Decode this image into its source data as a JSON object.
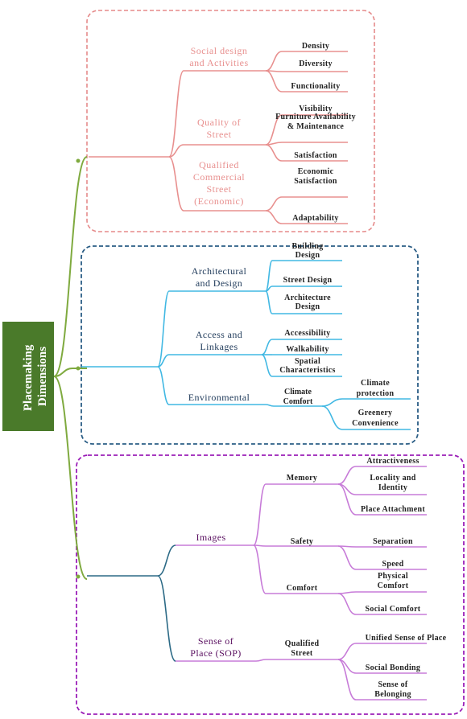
{
  "root": {
    "lines": [
      "Placemaking",
      "Dimensions"
    ]
  },
  "colors": {
    "root_bg": "#4a7a2a",
    "trunk": "#7faa3f",
    "sociability": "#e8908f",
    "sociability_box": "#e58a8a",
    "sociability_title": "#8b4a12",
    "physical": "#41b8e3",
    "physical_box": "#2a5d85",
    "physical_title": "#1f3a5a",
    "imageability": "#c77bd8",
    "imageability_box": "#9b1fb8",
    "imageability_title": "#5a1060",
    "imageability_stem": "#2c6a86",
    "leaf_text": "#222222"
  },
  "dimensions": [
    {
      "title_lines": [
        "Sociability",
        "Dimension"
      ],
      "categories": [
        {
          "lines": [
            "Social design",
            "and Activities"
          ],
          "leaves": [
            {
              "lines": [
                "Density"
              ]
            },
            {
              "lines": [
                "Diversity"
              ]
            },
            {
              "lines": [
                "Functionality"
              ]
            }
          ]
        },
        {
          "lines": [
            "Quality of",
            "Street"
          ],
          "leaves": [
            {
              "lines": [
                "Visibility"
              ]
            },
            {
              "lines": [
                "Furniture Availability",
                "& Maintenance"
              ]
            },
            {
              "lines": [
                "Satisfaction"
              ]
            }
          ]
        },
        {
          "lines": [
            "Qualified",
            "Commercial",
            "Street",
            "(Economic)"
          ],
          "leaves": [
            {
              "lines": [
                "Economic",
                "Satisfaction"
              ]
            },
            {
              "lines": [
                "Adaptability"
              ]
            }
          ]
        }
      ]
    },
    {
      "title_lines": [
        "Physical",
        "Setting",
        "Dimension"
      ],
      "categories": [
        {
          "lines": [
            "Architectural",
            "and Design"
          ],
          "leaves": [
            {
              "lines": [
                "Building",
                "Design"
              ]
            },
            {
              "lines": [
                "Street Design"
              ]
            },
            {
              "lines": [
                "Architecture",
                "Design"
              ]
            }
          ]
        },
        {
          "lines": [
            "Access and",
            "Linkages"
          ],
          "leaves": [
            {
              "lines": [
                "Accessibility"
              ]
            },
            {
              "lines": [
                "Walkability"
              ]
            },
            {
              "lines": [
                "Spatial",
                "Characteristics"
              ]
            }
          ]
        },
        {
          "lines": [
            "Environmental"
          ],
          "sub": [
            {
              "lines": [
                "Climate",
                "Comfort"
              ],
              "leaves": [
                {
                  "lines": [
                    "Climate",
                    "protection"
                  ]
                },
                {
                  "lines": [
                    "Greenery",
                    "Convenience"
                  ]
                }
              ]
            }
          ]
        }
      ]
    },
    {
      "title_lines": [
        "Imageabilit",
        "y",
        "Dimension"
      ],
      "categories": [
        {
          "lines": [
            "Images"
          ],
          "sub": [
            {
              "lines": [
                "Memory"
              ],
              "leaves": [
                {
                  "lines": [
                    "Attractiveness"
                  ]
                },
                {
                  "lines": [
                    "Locality and",
                    "Identity"
                  ]
                },
                {
                  "lines": [
                    "Place Attachment"
                  ]
                }
              ]
            },
            {
              "lines": [
                "Safety"
              ],
              "leaves": [
                {
                  "lines": [
                    "Separation"
                  ]
                },
                {
                  "lines": [
                    "Speed"
                  ]
                }
              ]
            },
            {
              "lines": [
                "Comfort"
              ],
              "leaves": [
                {
                  "lines": [
                    "Physical",
                    "Comfort"
                  ]
                },
                {
                  "lines": [
                    "Social Comfort"
                  ]
                }
              ]
            }
          ]
        },
        {
          "lines": [
            "Sense of",
            "Place (SOP)"
          ],
          "sub": [
            {
              "lines": [
                "Qualified",
                "Street"
              ],
              "leaves": [
                {
                  "lines": [
                    "Unified Sense of Place"
                  ]
                },
                {
                  "lines": [
                    "Social Bonding"
                  ]
                },
                {
                  "lines": [
                    "Sense of",
                    "Belonging"
                  ]
                }
              ]
            }
          ]
        }
      ]
    }
  ]
}
